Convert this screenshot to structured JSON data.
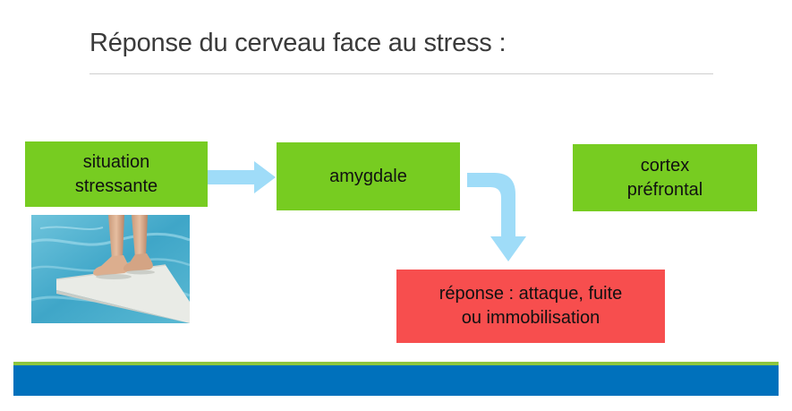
{
  "slide": {
    "title": "Réponse du cerveau face au stress :"
  },
  "diagram": {
    "nodes": {
      "situation": {
        "label": "situation\nstressante",
        "color": "#77cc21"
      },
      "amygdale": {
        "label": "amygdale",
        "color": "#77cc21"
      },
      "cortex": {
        "label": "cortex\npréfrontal",
        "color": "#77cc21"
      },
      "reponse": {
        "label": "réponse : attaque, fuite\nou immobilisation",
        "color": "#f74e4e"
      }
    },
    "edges": [
      {
        "from": "situation",
        "to": "amygdale"
      },
      {
        "from": "amygdale",
        "to": "reponse"
      }
    ],
    "arrow_color": "#9fdcf8",
    "image": "pieds-sur-plongeoir-au-dessus-de-la-piscine"
  },
  "theme": {
    "footer_green": "#8dc63f",
    "footer_blue": "#0071bc"
  }
}
